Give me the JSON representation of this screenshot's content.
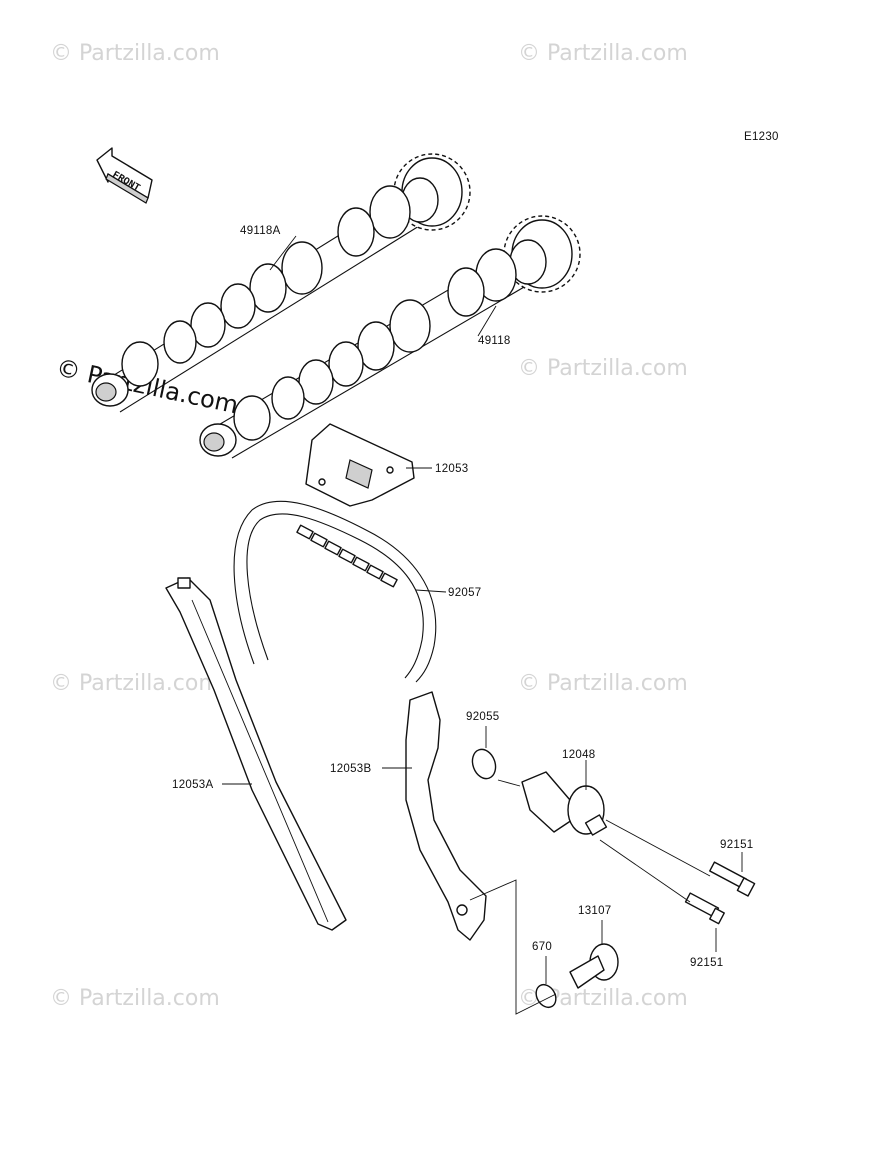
{
  "diagram_code": "E1230",
  "front_label": "FRONT",
  "watermark": "© Partzilla.com",
  "parts": {
    "camshaft_a": "49118A",
    "camshaft": "49118",
    "chain_guide_upper": "12053",
    "chain": "92057",
    "guide_a": "12053A",
    "guide_b": "12053B",
    "o_ring": "92055",
    "tensioner": "12048",
    "bolt_upper": "92151",
    "bolt_lower": "92151",
    "plug": "13107",
    "gasket": "670"
  }
}
